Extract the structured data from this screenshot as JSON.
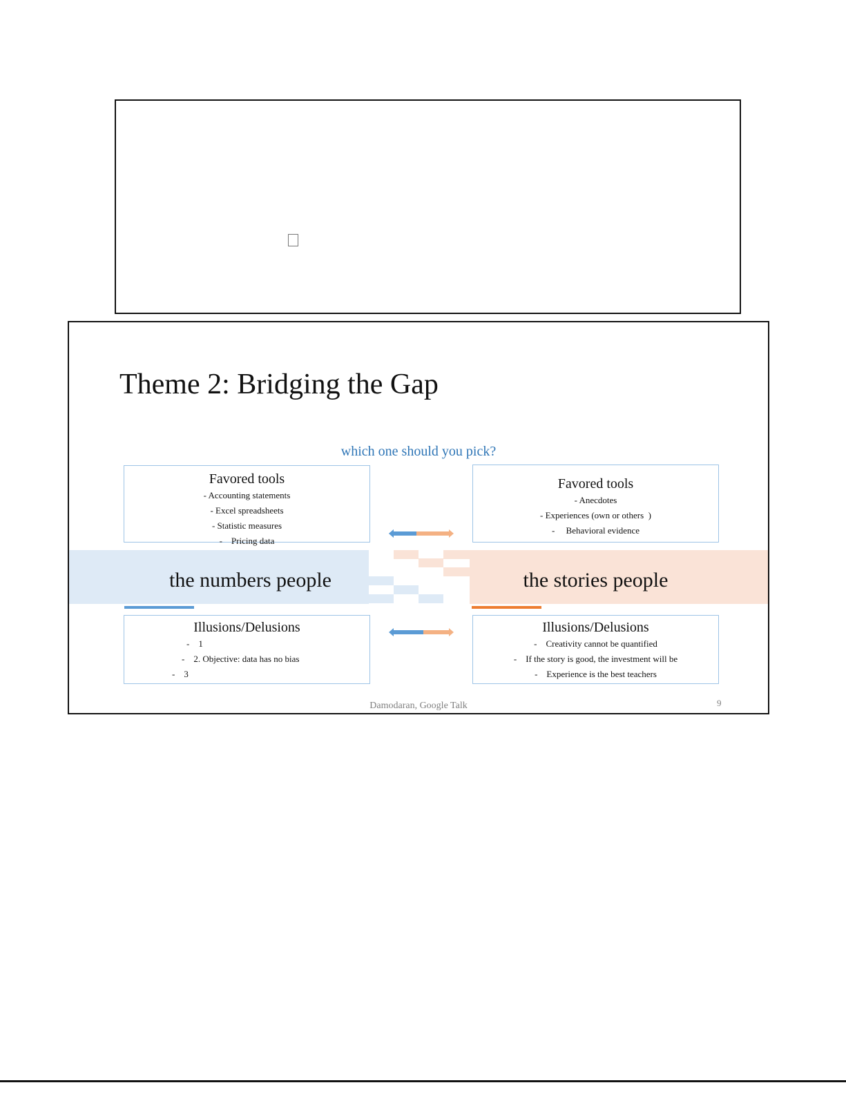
{
  "slide": {
    "title": "Theme 2: Bridging the Gap",
    "question": "which one should you pick?",
    "left": {
      "tools_title": "Favored tools",
      "tools_items": [
        "- Accounting statements",
        "- Excel spreadsheets",
        "- Statistic measures",
        "-    Pricing data"
      ],
      "band_label": "the numbers people",
      "illusions_title": "Illusions/Delusions",
      "illusions_items": [
        "-    1",
        "-    2. Objective: data has no bias",
        "-    3"
      ]
    },
    "right": {
      "tools_title": "Favored tools",
      "tools_items": [
        "- Anecdotes",
        "- Experiences (own or others  )",
        "-     Behavioral evidence"
      ],
      "band_label": "the stories people",
      "illusions_title": "Illusions/Delusions",
      "illusions_items": [
        "-    Creativity cannot be quantified",
        "-    If the story is good, the investment will be",
        "-    Experience is the best teachers"
      ]
    },
    "footer": "Damodaran, Google Talk",
    "page_number": "9"
  },
  "colors": {
    "accent_blue": "#2e75b6",
    "blue_band": "#deeaf6",
    "peach_band": "#fae3d7",
    "blue_line": "#5b9bd5",
    "orange_line": "#ed7d31"
  }
}
